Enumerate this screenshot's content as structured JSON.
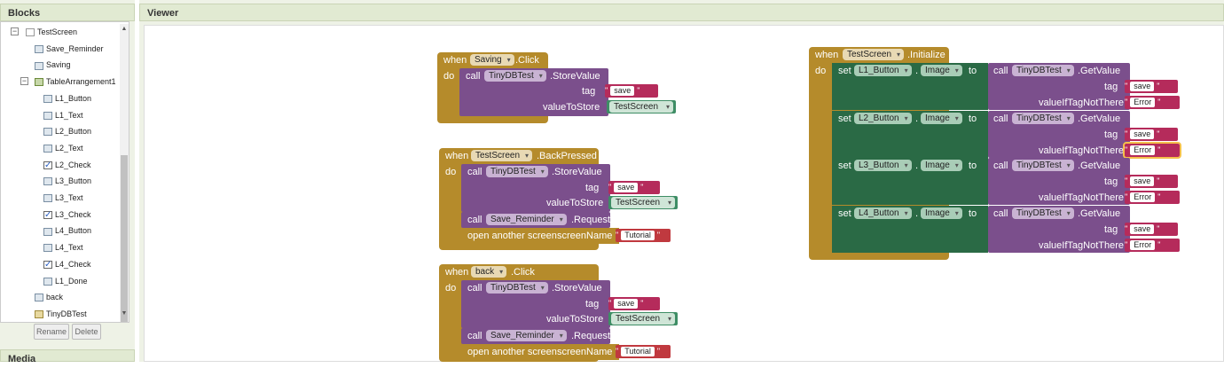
{
  "blocks_panel": {
    "title": "Blocks",
    "tree": [
      {
        "label": "TestScreen",
        "icon": "screen"
      },
      {
        "label": "Save_Reminder",
        "icon": "notifier"
      },
      {
        "label": "Saving",
        "icon": "image"
      },
      {
        "label": "TableArrangement1",
        "icon": "table"
      },
      {
        "label": "L1_Button",
        "icon": "button"
      },
      {
        "label": "L1_Text",
        "icon": "label"
      },
      {
        "label": "L2_Button",
        "icon": "button"
      },
      {
        "label": "L2_Text",
        "icon": "label"
      },
      {
        "label": "L2_Check",
        "icon": "checkbox"
      },
      {
        "label": "L3_Button",
        "icon": "button"
      },
      {
        "label": "L3_Text",
        "icon": "label"
      },
      {
        "label": "L3_Check",
        "icon": "checkbox"
      },
      {
        "label": "L4_Button",
        "icon": "button"
      },
      {
        "label": "L4_Text",
        "icon": "label"
      },
      {
        "label": "L4_Check",
        "icon": "checkbox"
      },
      {
        "label": "L1_Done",
        "icon": "label"
      },
      {
        "label": "back",
        "icon": "image"
      },
      {
        "label": "TinyDBTest",
        "icon": "db"
      }
    ],
    "rename_label": "Rename",
    "delete_label": "Delete",
    "media_title": "Media"
  },
  "viewer": {
    "title": "Viewer",
    "kw": {
      "when": "when",
      "do": "do",
      "call": "call",
      "set": "set",
      "to": "to",
      "tag": "tag",
      "valueToStore": "valueToStore",
      "valueIfTagNotThere": "valueIfTagNotThere",
      "open_screen": "open another screen",
      "screenName": "screenName",
      "click": ".Click",
      "backpressed": ".BackPressed",
      "initialize": ".Initialize",
      "storevalue": ".StoreValue",
      "getvalue": ".GetValue",
      "requestfocus": ".RequestFocus",
      "image": "Image",
      "dot": "."
    },
    "names": {
      "saving": "Saving",
      "testscreen": "TestScreen",
      "back": "back",
      "tinydb": "TinyDBTest",
      "save_reminder": "Save_Reminder",
      "l1": "L1_Button",
      "l2": "L2_Button",
      "l3": "L3_Button",
      "l4": "L4_Button"
    },
    "strings": {
      "save": "save",
      "error": "Error",
      "tutorial": "Tutorial",
      "q": "\""
    }
  }
}
